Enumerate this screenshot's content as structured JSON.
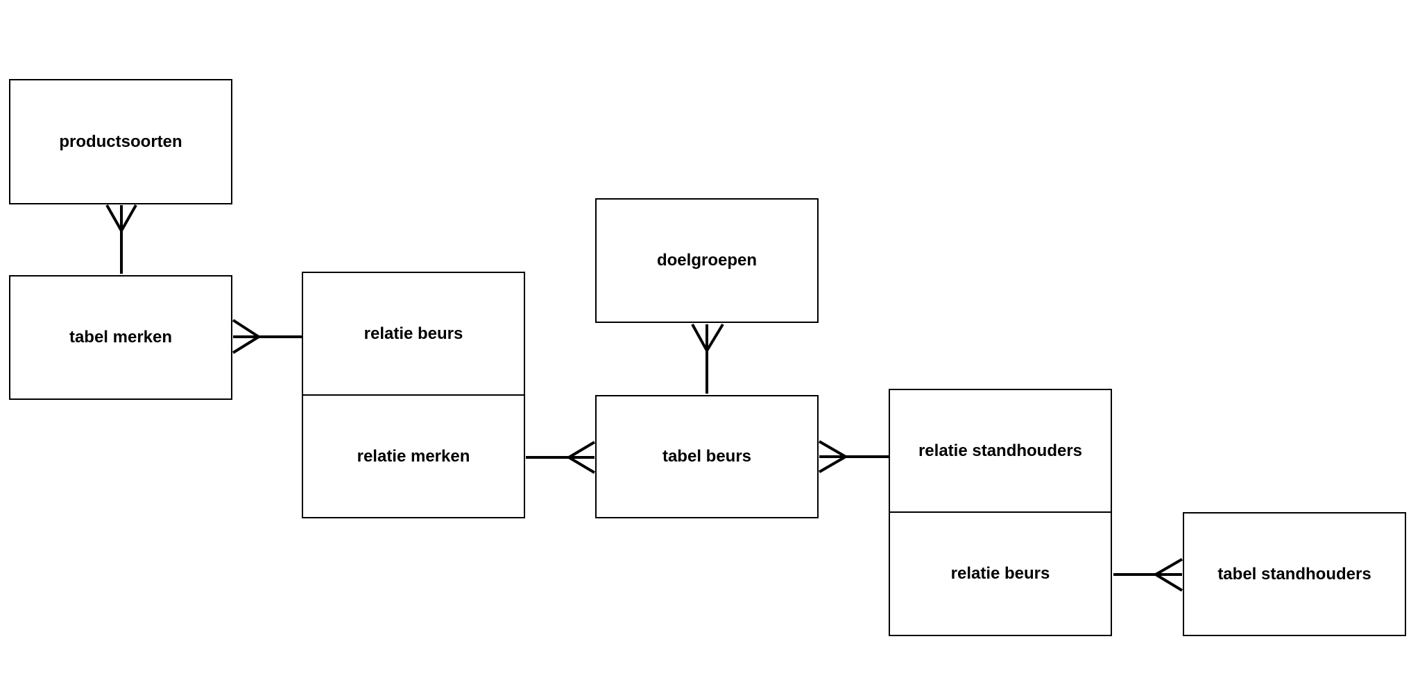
{
  "diagram": {
    "entities": {
      "productsoorten": "productsoorten",
      "tabel_merken": "tabel merken",
      "relatie_beurs_1": "relatie beurs",
      "relatie_merken": "relatie merken",
      "doelgroepen": "doelgroepen",
      "tabel_beurs": "tabel beurs",
      "relatie_standhouders": "relatie standhouders",
      "relatie_beurs_2": "relatie beurs",
      "tabel_standhouders": "tabel standhouders"
    },
    "relationships": [
      {
        "from": "tabel merken",
        "to": "productsoorten",
        "crows_foot_at": "productsoorten"
      },
      {
        "from": "relatie beurs",
        "to": "tabel merken",
        "crows_foot_at": "tabel merken"
      },
      {
        "from": "relatie merken",
        "to": "tabel beurs",
        "crows_foot_at": "tabel beurs"
      },
      {
        "from": "tabel beurs",
        "to": "doelgroepen",
        "crows_foot_at": "doelgroepen"
      },
      {
        "from": "relatie standhouders",
        "to": "tabel beurs",
        "crows_foot_at": "tabel beurs"
      },
      {
        "from": "relatie beurs",
        "to": "tabel standhouders",
        "crows_foot_at": "tabel standhouders"
      }
    ],
    "colors": {
      "line": "#000000",
      "box_border": "#000000",
      "background": "#ffffff"
    }
  }
}
